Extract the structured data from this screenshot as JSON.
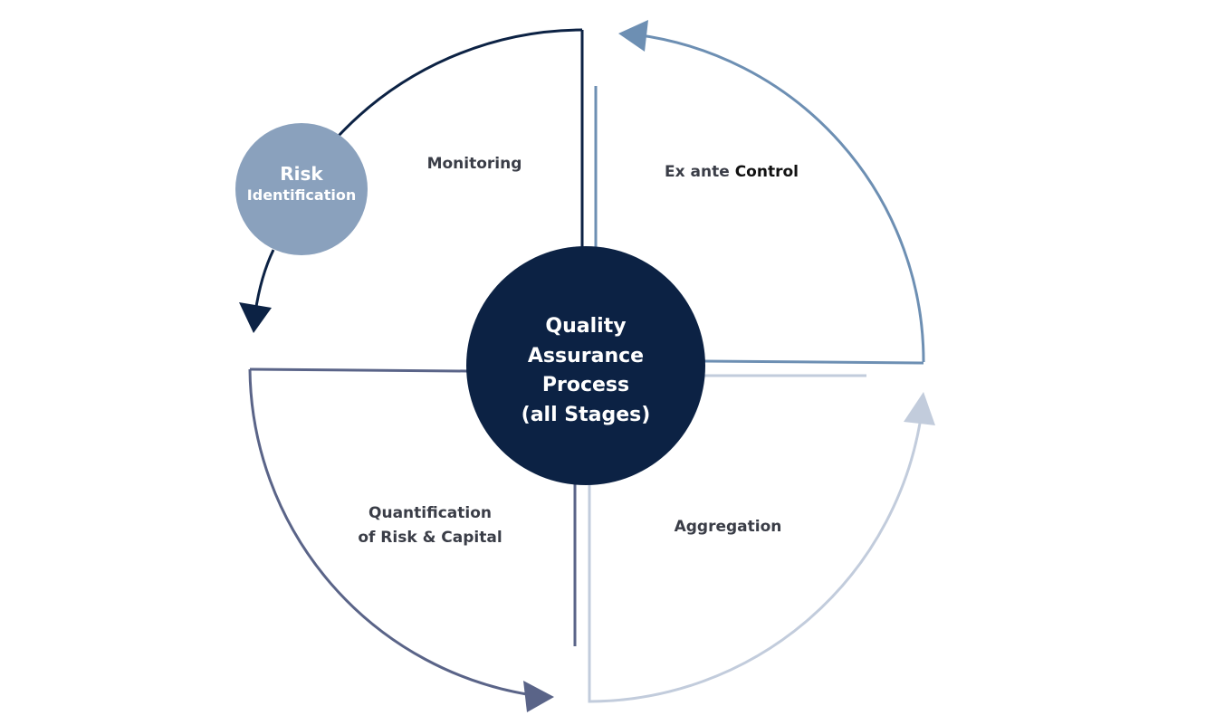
{
  "colors": {
    "navy": "#0c2244",
    "steel_blue": "#6d8fb3",
    "slate": "#5a6488",
    "light_blue": "#c2ccdc",
    "risk_circle": "#8aa1bd",
    "center_circle": "#0c2244",
    "label_text": "#3a3d47"
  },
  "center": {
    "line1": "Quality",
    "line2": "Assurance",
    "line3": "Process",
    "line4": "(all Stages)"
  },
  "risk": {
    "line1": "Risk",
    "line2": "Identification"
  },
  "quadrants": {
    "monitoring": "Monitoring",
    "ex_ante_prefix": "Ex ante ",
    "ex_ante_bold": "Control",
    "quantification_line1": "Quantification",
    "quantification_line2": "of Risk & Capital",
    "aggregation": "Aggregation"
  },
  "icons": {
    "arrows": [
      "arrow-head-icon"
    ]
  }
}
